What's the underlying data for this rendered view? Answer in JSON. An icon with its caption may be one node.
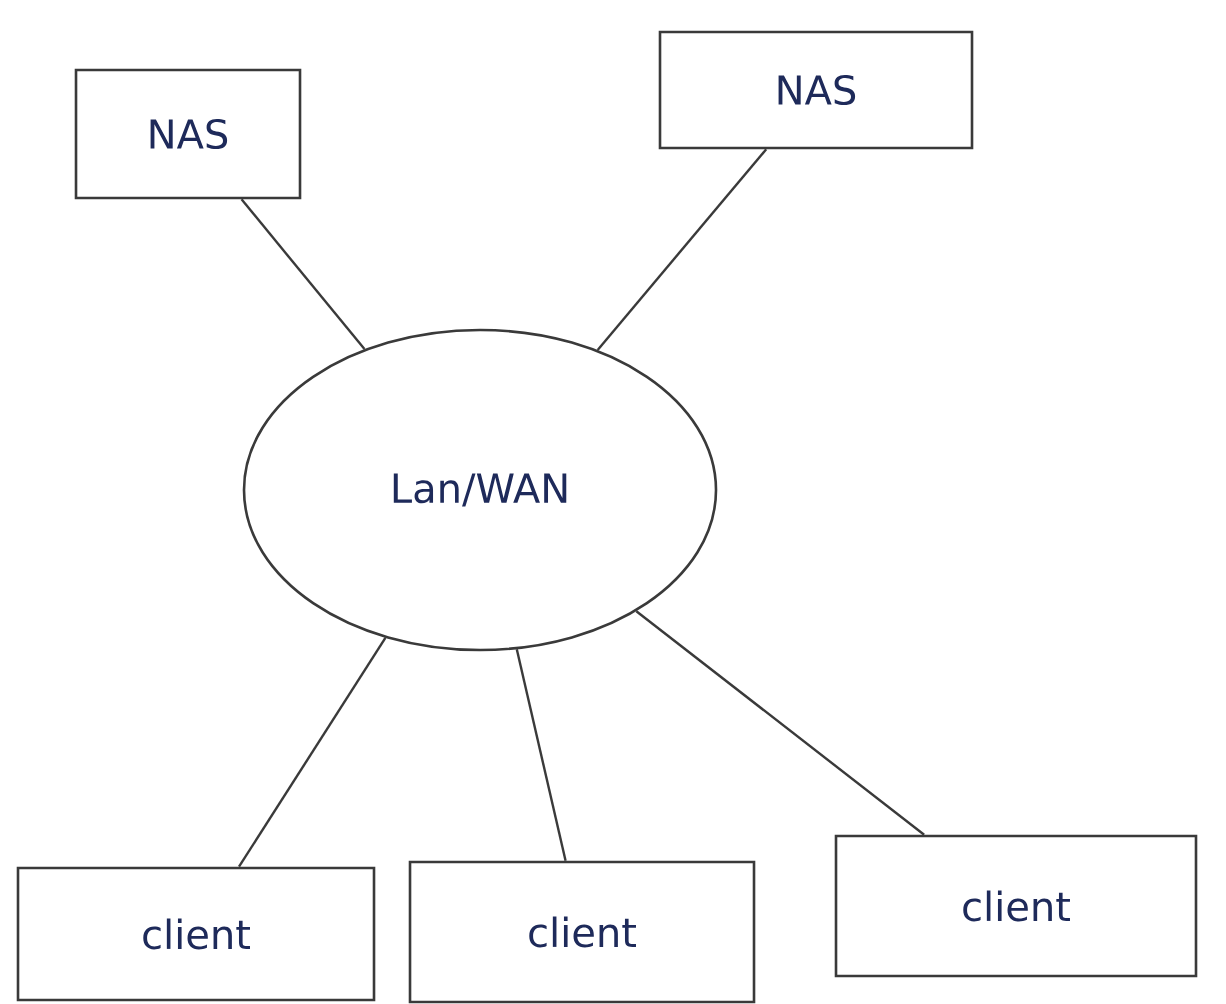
{
  "diagram": {
    "nodes": [
      {
        "text": [
          "NAS"
        ]
      },
      {
        "text": [
          "NAS"
        ]
      },
      {
        "text": [
          "Lan/WAN"
        ]
      },
      {
        "text": [
          "client"
        ]
      },
      {
        "text": [
          "client"
        ]
      },
      {
        "text": [
          "client"
        ]
      }
    ],
    "edges": [
      {
        "from": 0,
        "to": 2,
        "arrow": "none"
      },
      {
        "from": 1,
        "to": 2,
        "arrow": "none"
      },
      {
        "from": 2,
        "to": 3,
        "arrow": "none"
      },
      {
        "from": 2,
        "to": 4,
        "arrow": "none"
      },
      {
        "from": 2,
        "to": 5,
        "arrow": "none"
      }
    ]
  }
}
